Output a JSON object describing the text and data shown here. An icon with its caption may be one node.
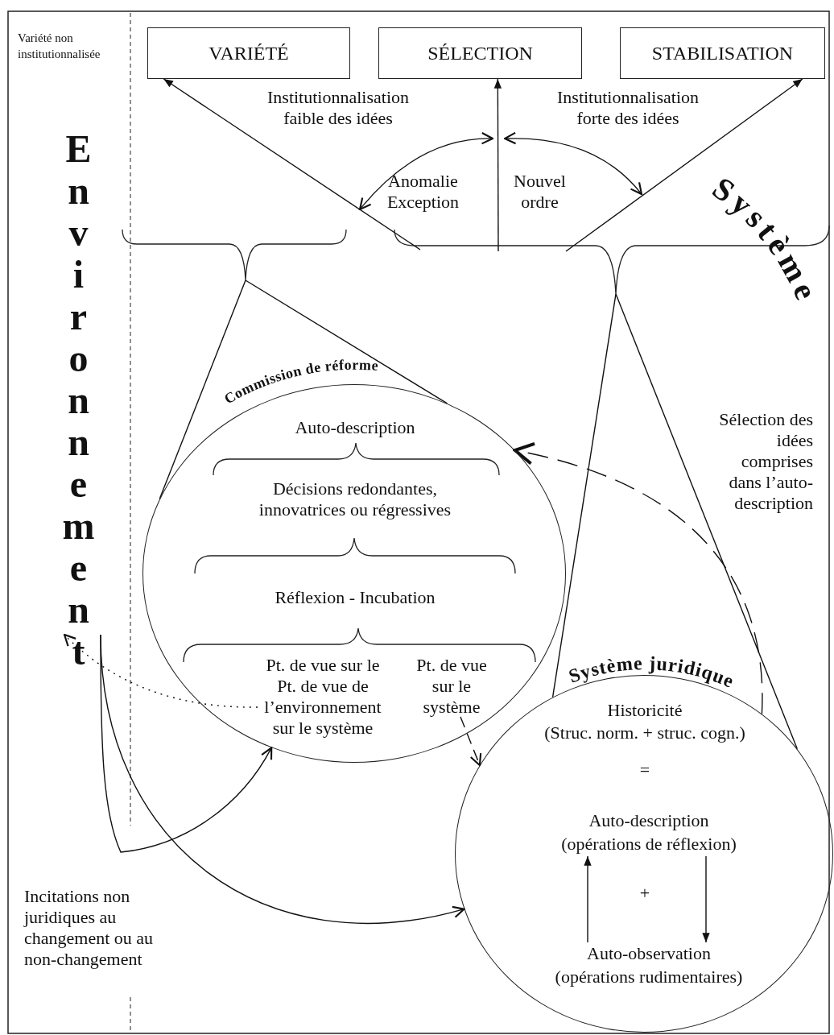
{
  "diagram": {
    "nodes": [
      {
        "text": [
          "VARIÉTÉ"
        ]
      },
      {
        "text": [
          "SÉLECTION"
        ]
      },
      {
        "text": [
          "STABILISATION"
        ]
      },
      {
        "text": [
          "Environnement"
        ]
      },
      {
        "text": [],
        "shape": "bracket"
      },
      {
        "text": [],
        "shape": "bracket"
      },
      {
        "text": [
          "Commission de réforme",
          "Auto-description",
          "Décisions redondantes, innovatrices ou régressives",
          "Réflexion - Incubation"
        ]
      },
      {
        "text": [
          "Pt. de vue sur le Pt. de vue de l’environnement sur le système"
        ],
        "in": 6
      },
      {
        "text": [
          "Pt. de vue sur le système"
        ],
        "in": 6
      },
      {
        "text": [
          "Système juridique",
          "Historicité",
          "(Struc. norm. + struc. cogn.)",
          "=",
          "+"
        ]
      },
      {
        "text": [
          "Auto-description",
          "(opérations de réflexion)"
        ],
        "in": 9
      },
      {
        "text": [
          "Auto-observation",
          "(opérations rudimentaires)"
        ],
        "in": 9
      }
    ],
    "edges": [
      {
        "from": 5,
        "to": 0,
        "arrow": "to"
      },
      {
        "from": 5,
        "to": 1,
        "arrow": "to"
      },
      {
        "from": 5,
        "to": 2,
        "arrow": "to"
      },
      {
        "from": 4,
        "to": 6,
        "arrow": "none"
      },
      {
        "from": 4,
        "to": 6,
        "arrow": "none"
      },
      {
        "from": 5,
        "to": 9,
        "arrow": "none"
      },
      {
        "from": 5,
        "to": 9,
        "arrow": "none"
      },
      {
        "from": 7,
        "to": 3,
        "arrow": "to",
        "style": "dashed"
      },
      {
        "from": 8,
        "to": 9,
        "arrow": "to",
        "style": "dashed"
      },
      {
        "from": 9,
        "to": 6,
        "arrow": "to",
        "style": "dashed"
      },
      {
        "from": 3,
        "to": 6,
        "arrow": "to"
      },
      {
        "from": 3,
        "to": 9,
        "arrow": "to"
      },
      {
        "from": 11,
        "to": 10,
        "arrow": "to"
      },
      {
        "from": 10,
        "to": 11,
        "arrow": "to"
      }
    ],
    "labels": [
      "Variété non institutionnalisée",
      "Institutionnalisation faible des idées",
      "Institutionnalisation forte des idées",
      "Anomalie Exception",
      "Nouvel ordre",
      "Système",
      "Sélection des idées comprises dans l’auto-description",
      "Incitations non juridiques au changement ou au non-changement"
    ]
  }
}
